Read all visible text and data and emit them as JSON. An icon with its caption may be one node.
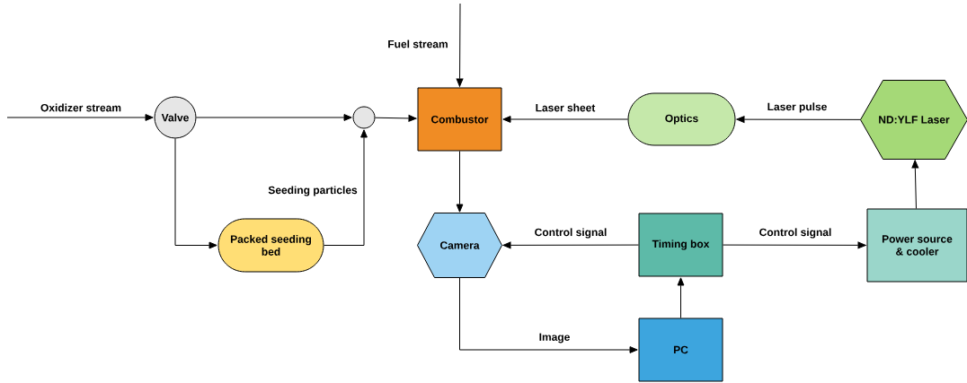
{
  "diagram": {
    "nodes": [
      {
        "text": [
          "Valve"
        ]
      },
      {
        "text": [],
        "shape": "circle"
      },
      {
        "text": [
          "Combustor"
        ]
      },
      {
        "text": [
          "Optics"
        ]
      },
      {
        "text": [
          "ND:YLF Laser"
        ]
      },
      {
        "text": [
          "Packed seeding bed"
        ]
      },
      {
        "text": [
          "Camera"
        ]
      },
      {
        "text": [
          "Timing box"
        ]
      },
      {
        "text": [
          "Power source & cooler"
        ]
      },
      {
        "text": [
          "PC"
        ]
      }
    ],
    "edges": [
      {
        "from": null,
        "to": 0,
        "arrow": "to",
        "label": "Oxidizer stream"
      },
      {
        "from": 0,
        "to": 1,
        "arrow": "to"
      },
      {
        "from": 1,
        "to": 2,
        "arrow": "to"
      },
      {
        "from": null,
        "to": 2,
        "arrow": "to",
        "label": "Fuel stream"
      },
      {
        "from": 3,
        "to": 2,
        "arrow": "to",
        "label": "Laser sheet"
      },
      {
        "from": 4,
        "to": 3,
        "arrow": "to",
        "label": "Laser pulse"
      },
      {
        "from": 0,
        "to": 5,
        "arrow": "to"
      },
      {
        "from": 5,
        "to": 1,
        "arrow": "to",
        "label": "Seeding particles"
      },
      {
        "from": 2,
        "to": 6,
        "arrow": "to"
      },
      {
        "from": 7,
        "to": 6,
        "arrow": "to",
        "label": "Control signal"
      },
      {
        "from": 7,
        "to": 8,
        "arrow": "to",
        "label": "Control signal"
      },
      {
        "from": 8,
        "to": 4,
        "arrow": "to"
      },
      {
        "from": 6,
        "to": 9,
        "arrow": "to",
        "label": "Image"
      },
      {
        "from": 9,
        "to": 7,
        "arrow": "to"
      }
    ]
  }
}
